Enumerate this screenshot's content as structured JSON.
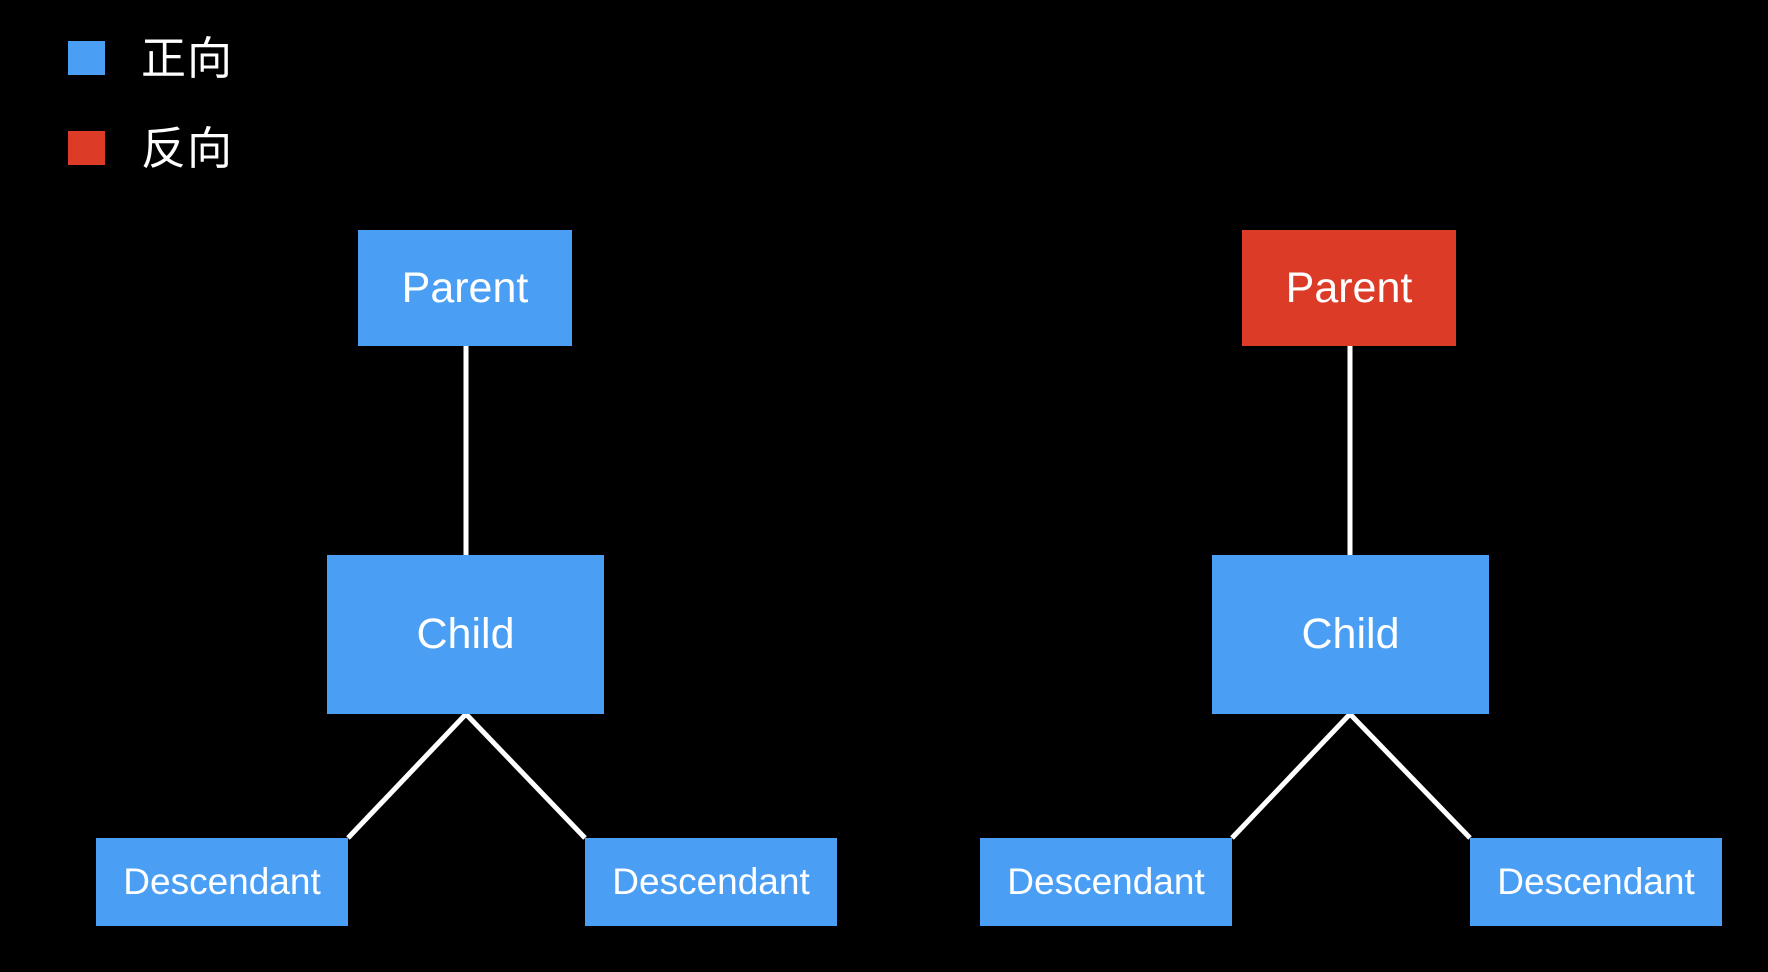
{
  "background_color": "#000000",
  "colors": {
    "forward": "#4a9ff5",
    "reverse": "#dc3b28",
    "edge": "#ffffff",
    "text": "#ffffff"
  },
  "legend": {
    "items": [
      {
        "label": "正向",
        "color": "#4a9ff5",
        "swatch_name": "forward-swatch"
      },
      {
        "label": "反向",
        "color": "#dc3b28",
        "swatch_name": "reverse-swatch"
      }
    ]
  },
  "diagram": {
    "type": "tree-pair",
    "trees": [
      {
        "name": "forward-tree",
        "nodes": {
          "parent": {
            "label": "Parent",
            "color": "#4a9ff5"
          },
          "child": {
            "label": "Child",
            "color": "#4a9ff5"
          },
          "descendant_left": {
            "label": "Descendant",
            "color": "#4a9ff5"
          },
          "descendant_right": {
            "label": "Descendant",
            "color": "#4a9ff5"
          }
        }
      },
      {
        "name": "reverse-tree",
        "nodes": {
          "parent": {
            "label": "Parent",
            "color": "#dc3b28"
          },
          "child": {
            "label": "Child",
            "color": "#4a9ff5"
          },
          "descendant_left": {
            "label": "Descendant",
            "color": "#4a9ff5"
          },
          "descendant_right": {
            "label": "Descendant",
            "color": "#4a9ff5"
          }
        }
      }
    ]
  }
}
